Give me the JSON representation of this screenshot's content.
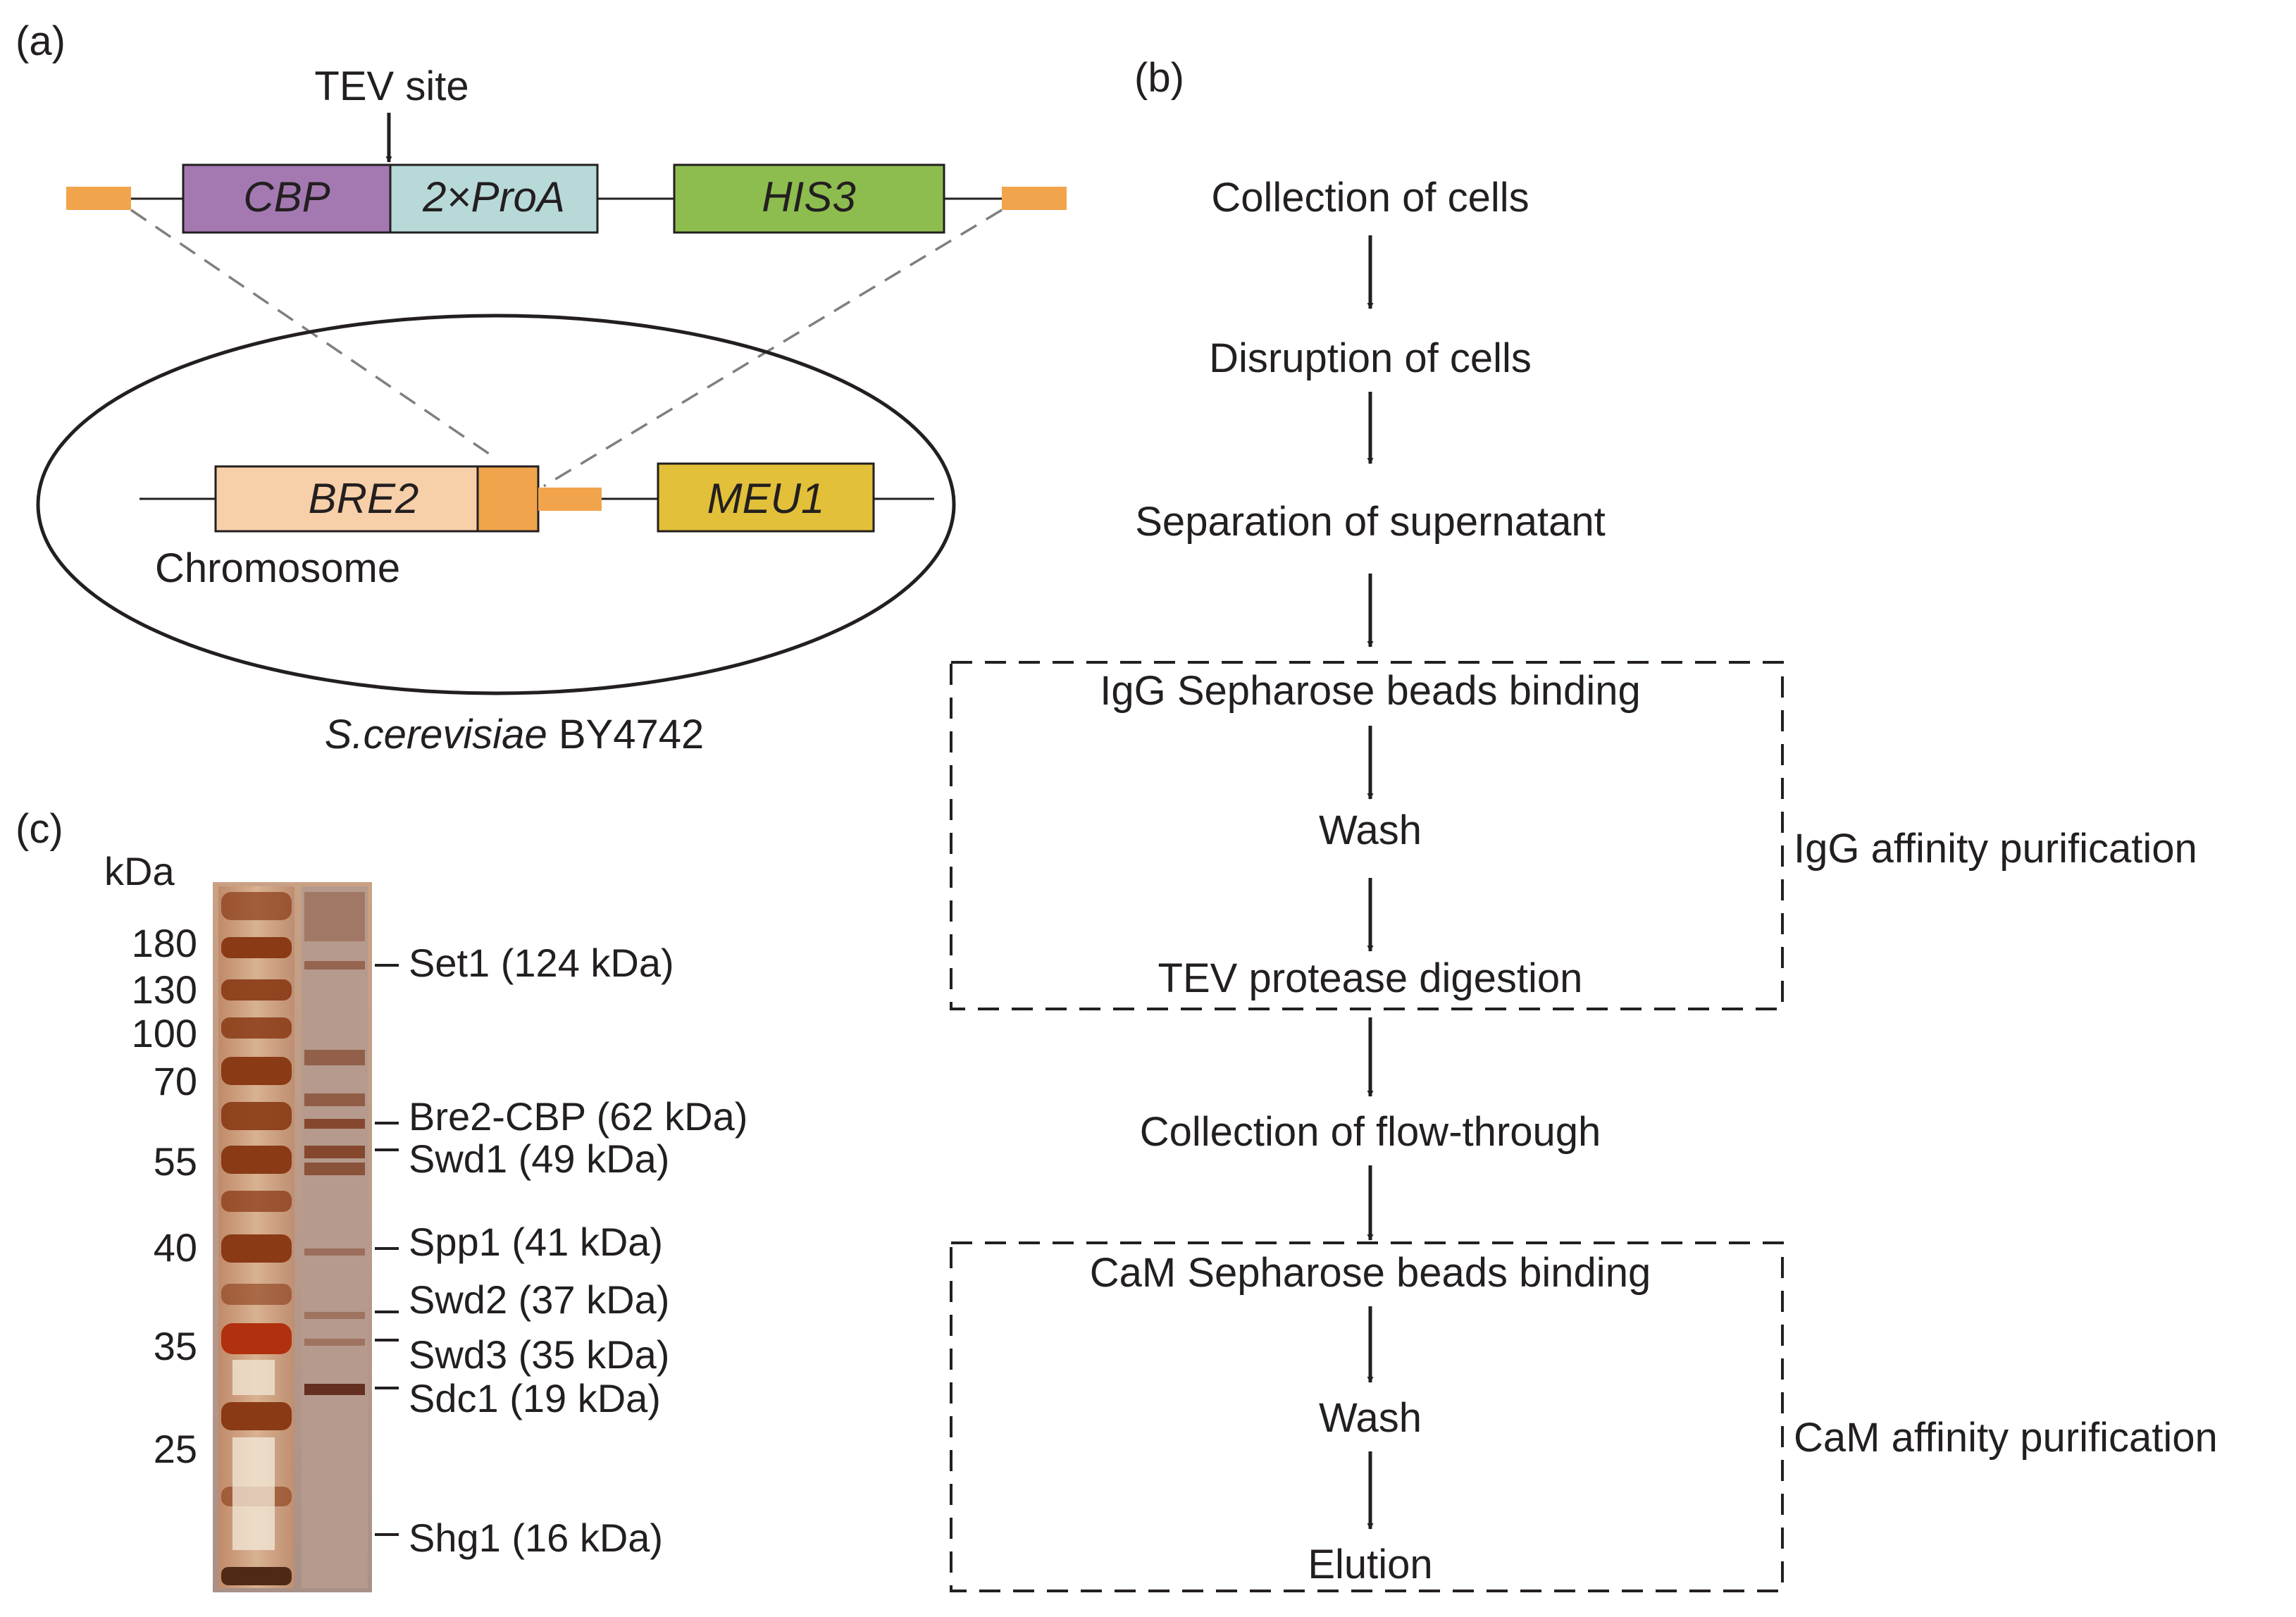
{
  "panel_a": {
    "label": "(a)",
    "tev_label": "TEV site",
    "cassette": {
      "cbp": "CBP",
      "proa": "2×ProA",
      "his3": "HIS3"
    },
    "chromosome": {
      "bre2": "BRE2",
      "meu1": "MEU1",
      "label": "Chromosome"
    },
    "strain": {
      "species": "S.cerevisiae",
      "name": " BY4742"
    },
    "colors": {
      "cbp": "#a479b2",
      "proa": "#b7d9d8",
      "his3": "#8dbd4f",
      "bre2": "#f7cfa8",
      "flank": "#f2a44c",
      "meu1": "#e2c039"
    }
  },
  "panel_b": {
    "label": "(b)",
    "steps": [
      "Collection of cells",
      "Disruption of cells",
      "Separation of supernatant",
      "IgG Sepharose beads binding",
      "Wash",
      "TEV protease digestion",
      "Collection of flow-through",
      "CaM Sepharose beads binding",
      "Wash",
      "Elution"
    ],
    "groups": [
      "IgG affinity purification",
      "CaM affinity purification"
    ]
  },
  "panel_c": {
    "label": "(c)",
    "unit": "kDa",
    "markers": [
      "180",
      "130",
      "100",
      "70",
      "55",
      "40",
      "35",
      "25"
    ],
    "bands": [
      "Set1 (124 kDa)",
      "Bre2-CBP (62 kDa)",
      "Swd1 (49 kDa)",
      "Spp1 (41 kDa)",
      "Swd2 (37 kDa)",
      "Swd3 (35 kDa)",
      "Sdc1 (19 kDa)",
      "Shg1 (16 kDa)"
    ]
  }
}
